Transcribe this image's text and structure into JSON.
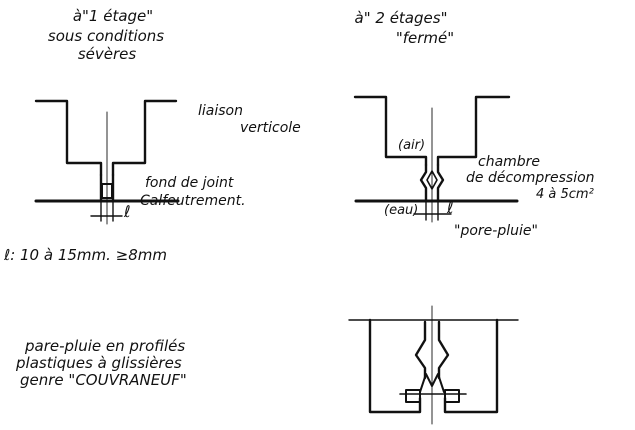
{
  "colors": {
    "ink": "#111111",
    "paper": "#ffffff"
  },
  "left_detail": {
    "title_line1": "à\"1 étage\"",
    "title_line2": "sous conditions",
    "title_line3": "sévères",
    "label_liaison": "liaison",
    "label_verticale": "verticole",
    "label_fond": "fond de joint",
    "label_calfeutrement": "Calfeutrement.",
    "label_l": "ℓ",
    "dimension_note": "ℓ: 10 à 15mm.   ≥8mm"
  },
  "right_detail": {
    "title_line1": "à\" 2 étages\"",
    "title_line2": "\"fermé\"",
    "label_air": "(air)",
    "label_chambre": "chambre",
    "label_decompression": "de décompression",
    "label_area": "4 à 5cm²",
    "label_eau": "(eau)",
    "label_l": "ℓ",
    "label_porepluie": "\"pore-pluie\""
  },
  "bottom_detail": {
    "note_line1": "pare-pluie en profilés",
    "note_line2": "plastiques à glissières",
    "note_line3": "genre \"COUVRANEUF\""
  }
}
